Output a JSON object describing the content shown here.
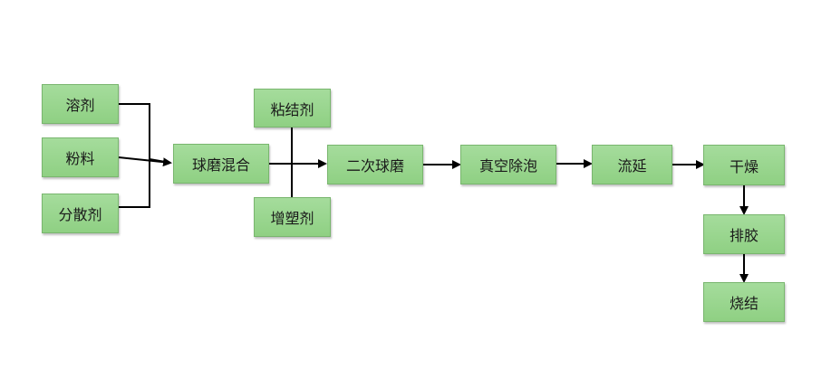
{
  "diagram": {
    "nodes": {
      "solvent": "溶剂",
      "powder": "粉料",
      "dispersant": "分散剂",
      "ball_mill_mix": "球磨混合",
      "binder": "粘结剂",
      "plasticizer": "增塑剂",
      "secondary_ball_mill": "二次球磨",
      "vacuum_deaeration": "真空除泡",
      "tape_casting": "流延",
      "drying": "干燥",
      "debinding": "排胶",
      "sintering": "烧结"
    },
    "edges": [
      {
        "from": "solvent",
        "to": "ball_mill_mix"
      },
      {
        "from": "powder",
        "to": "ball_mill_mix"
      },
      {
        "from": "dispersant",
        "to": "ball_mill_mix"
      },
      {
        "from": "ball_mill_mix",
        "to": "secondary_ball_mill"
      },
      {
        "from": "binder",
        "to": "secondary_ball_mill"
      },
      {
        "from": "plasticizer",
        "to": "secondary_ball_mill"
      },
      {
        "from": "secondary_ball_mill",
        "to": "vacuum_deaeration"
      },
      {
        "from": "vacuum_deaeration",
        "to": "tape_casting"
      },
      {
        "from": "tape_casting",
        "to": "drying"
      },
      {
        "from": "drying",
        "to": "debinding"
      },
      {
        "from": "debinding",
        "to": "sintering"
      }
    ],
    "colors": {
      "node_fill": "#9bd690",
      "node_border": "#79b66e",
      "line": "#000000"
    }
  }
}
